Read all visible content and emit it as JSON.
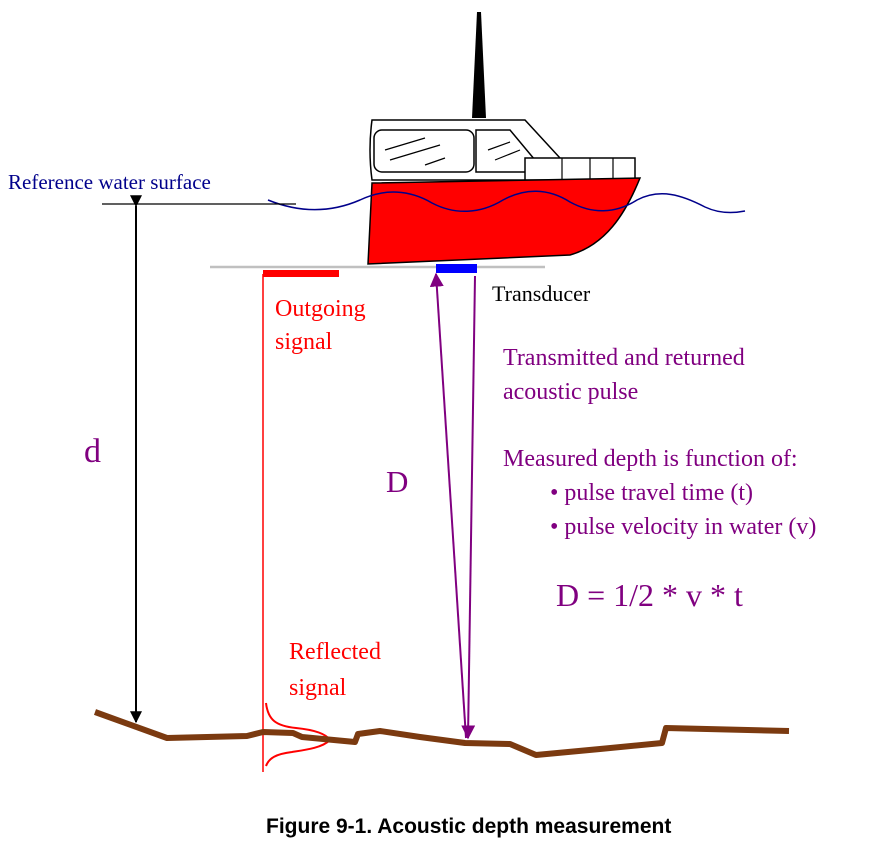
{
  "labels": {
    "reference_surface": "Reference water surface",
    "transducer": "Transducer",
    "outgoing_1": "Outgoing",
    "outgoing_2": "signal",
    "reflected_1": "Reflected",
    "reflected_2": "signal",
    "d": "d",
    "D": "D",
    "pulse_1": "Transmitted and returned",
    "pulse_2": "acoustic pulse",
    "function_heading": "Measured depth is function of:",
    "bullet_1": "• pulse travel time (t)",
    "bullet_2": "• pulse velocity in water (v)",
    "formula": "D = 1/2 * v * t"
  },
  "caption": "Figure 9-1. Acoustic depth measurement",
  "colors": {
    "hull": "#ff0000",
    "water": "#00008b",
    "transducer": "#0000ff",
    "signal": "#ff0000",
    "pulse": "#800080",
    "seabed": "#7b3a10",
    "outline": "#000000",
    "surface_line": "#c0c0c0"
  }
}
